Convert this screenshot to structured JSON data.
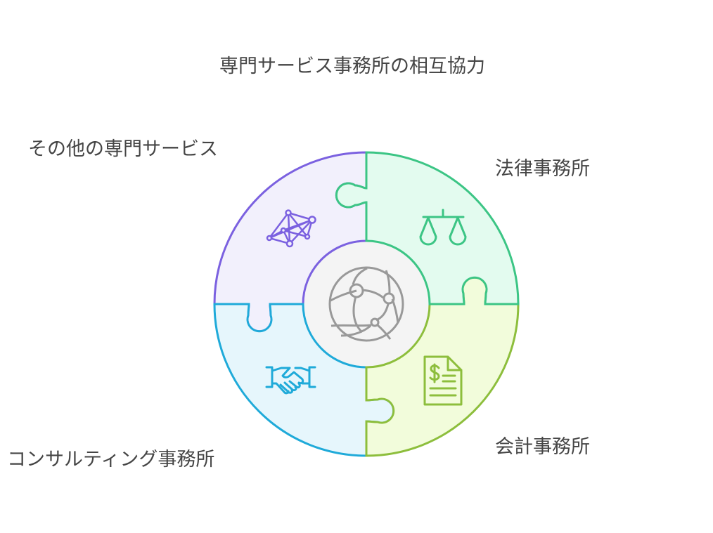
{
  "title": "専門サービス事務所の相互協力",
  "segments": [
    {
      "label": "その他の専門サービス",
      "icon": "network-icon",
      "stroke": "#7B61E0",
      "fill": "#F2F0FC"
    },
    {
      "label": "法律事務所",
      "icon": "scales-icon",
      "stroke": "#3CC585",
      "fill": "#E3FBEF"
    },
    {
      "label": "会計事務所",
      "icon": "invoice-dollar-icon",
      "stroke": "#8DBE3C",
      "fill": "#F2FCDB"
    },
    {
      "label": "コンサルティング事務所",
      "icon": "handshake-icon",
      "stroke": "#1FAAD9",
      "fill": "#E6F6FC"
    }
  ],
  "center": {
    "icon": "globe-network-icon",
    "fill": "#F4F4F4",
    "stroke": "#999999"
  }
}
